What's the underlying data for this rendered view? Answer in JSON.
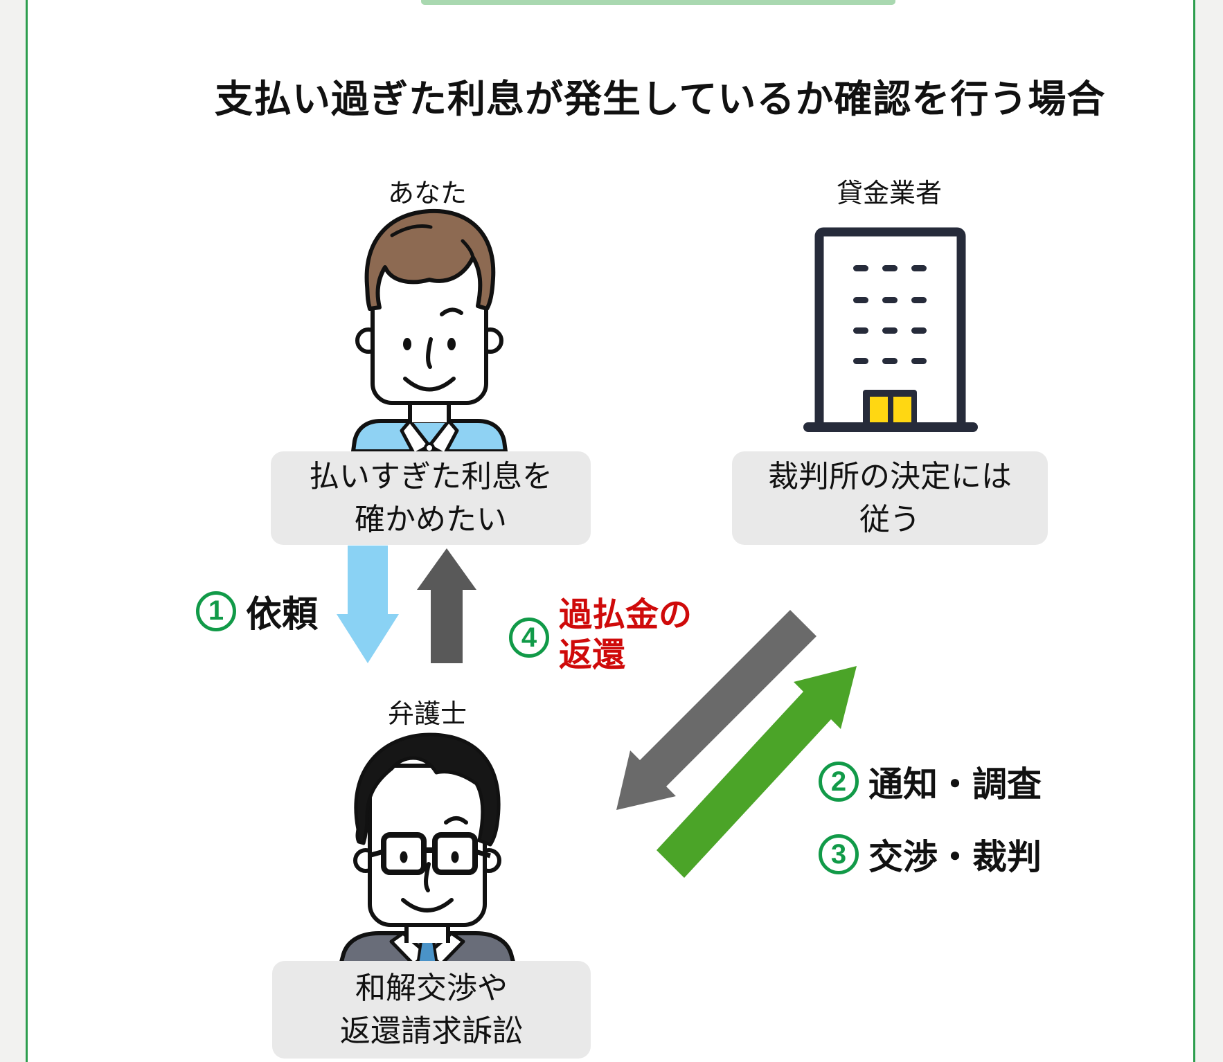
{
  "title": "支払い過ぎた利息が発生しているか確認を行う場合",
  "colors": {
    "accent_green": "#119a48",
    "frame_green": "#2d9e4e",
    "topbar_green": "#a9d8b0",
    "step_red": "#cf0a0a",
    "arrow_blue": "#8ad2f4",
    "arrow_dark_gray": "#595959",
    "arrow_diagonal_gray": "#6a6a6a",
    "arrow_diagonal_green": "#4ba428",
    "note_box_gray": "#e9e9e9",
    "building_navy": "#262b3a",
    "door_yellow": "#ffd712",
    "hair_brown": "#8d6a52",
    "shirt_blue": "#8fd2f3",
    "suit_gray": "#696d79",
    "tie_blue": "#4a93c8"
  },
  "actors": {
    "you": {
      "label": "あなた",
      "note_lines": [
        "払いすぎた利息を",
        "確かめたい"
      ]
    },
    "lender": {
      "label": "貸金業者",
      "note_lines": [
        "裁判所の決定には",
        "従う"
      ]
    },
    "lawyer": {
      "label": "弁護士",
      "note_lines": [
        "和解交渉や",
        "返還請求訴訟"
      ]
    }
  },
  "steps": [
    {
      "number": "1",
      "label": "依頼"
    },
    {
      "number": "2",
      "label": "通知・調査"
    },
    {
      "number": "3",
      "label": "交渉・裁判"
    },
    {
      "number": "4",
      "label_lines": [
        "過払金の",
        "返還"
      ]
    }
  ]
}
